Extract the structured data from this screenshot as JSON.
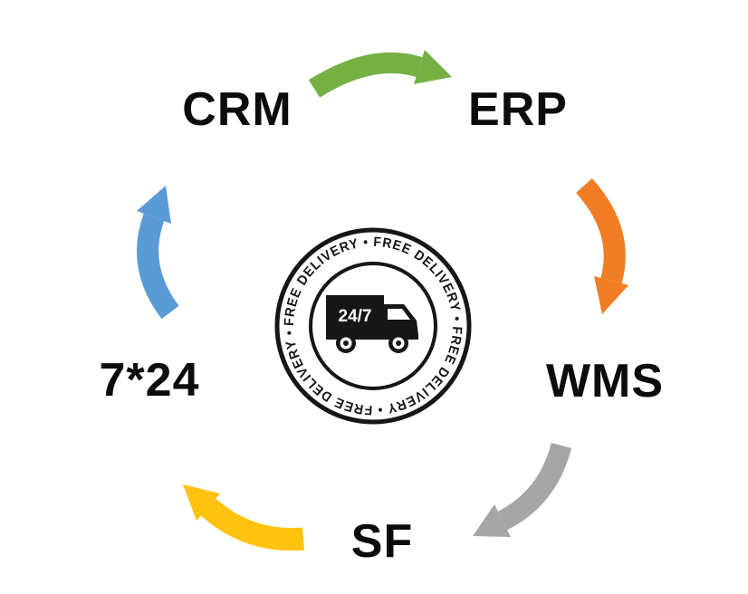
{
  "diagram": {
    "nodes": [
      {
        "id": "crm",
        "label": "CRM"
      },
      {
        "id": "erp",
        "label": "ERP"
      },
      {
        "id": "wms",
        "label": "WMS"
      },
      {
        "id": "sf",
        "label": "SF"
      },
      {
        "id": "7x24",
        "label": "7*24"
      }
    ],
    "arrows": [
      {
        "id": "crm-to-erp",
        "color": "#76b043"
      },
      {
        "id": "erp-to-wms",
        "color": "#f07d23"
      },
      {
        "id": "wms-to-sf",
        "color": "#a6a6a6"
      },
      {
        "id": "sf-to-7x24",
        "color": "#ffc20e"
      },
      {
        "id": "7x24-to-crm",
        "color": "#5b9bd5"
      }
    ],
    "badge": {
      "ring_text": "FREE DELIVERY • FREE DELIVERY • FREE DELIVERY • FREE DELIVERY • ",
      "truck_label": "24/7",
      "ink_color": "#161616"
    }
  }
}
